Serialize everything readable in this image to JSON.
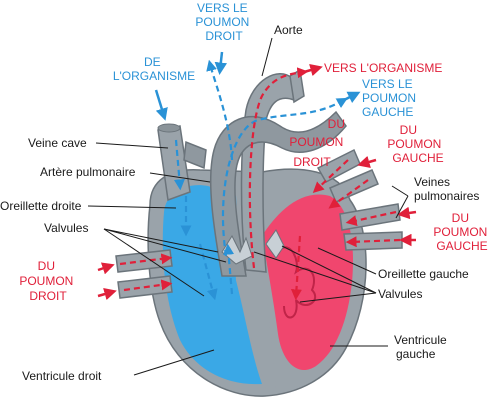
{
  "colors": {
    "venous_blue": "#3aa8e6",
    "arterial_pink": "#f0466e",
    "wall_gray": "#9aa3aa",
    "label_red": "#e0203a",
    "label_blue": "#2a92d6"
  },
  "labels": {
    "vers_poumon_droit": [
      "VERS LE",
      "POUMON",
      "DROIT"
    ],
    "aorte": "Aorte",
    "de_organisme": [
      "DE",
      "L'ORGANISME"
    ],
    "vers_organisme": "VERS L'ORGANISME",
    "vers_poumon_gauche": [
      "VERS LE",
      "POUMON",
      "GAUCHE"
    ],
    "du_poumon_droit_top": [
      "DU",
      "POUMON",
      "DROIT"
    ],
    "du_poumon_gauche_top": [
      "DU",
      "POUMON",
      "GAUCHE"
    ],
    "veine_cave": "Veine cave",
    "artere_pulmonaire": "Artère pulmonaire",
    "oreillette_droite": "Oreillette droite",
    "valvules_left": "Valvules",
    "du_poumon_droit_left": [
      "DU",
      "POUMON",
      "DROIT"
    ],
    "veines_pulmonaires": [
      "Veines",
      "pulmonaires"
    ],
    "du_poumon_gauche_right": [
      "DU",
      "POUMON",
      "GAUCHE"
    ],
    "oreillette_gauche": "Oreillette gauche",
    "valvules_right": "Valvules",
    "ventricule_gauche": [
      "Ventricule",
      "gauche"
    ],
    "ventricule_droit": "Ventricule droit"
  }
}
